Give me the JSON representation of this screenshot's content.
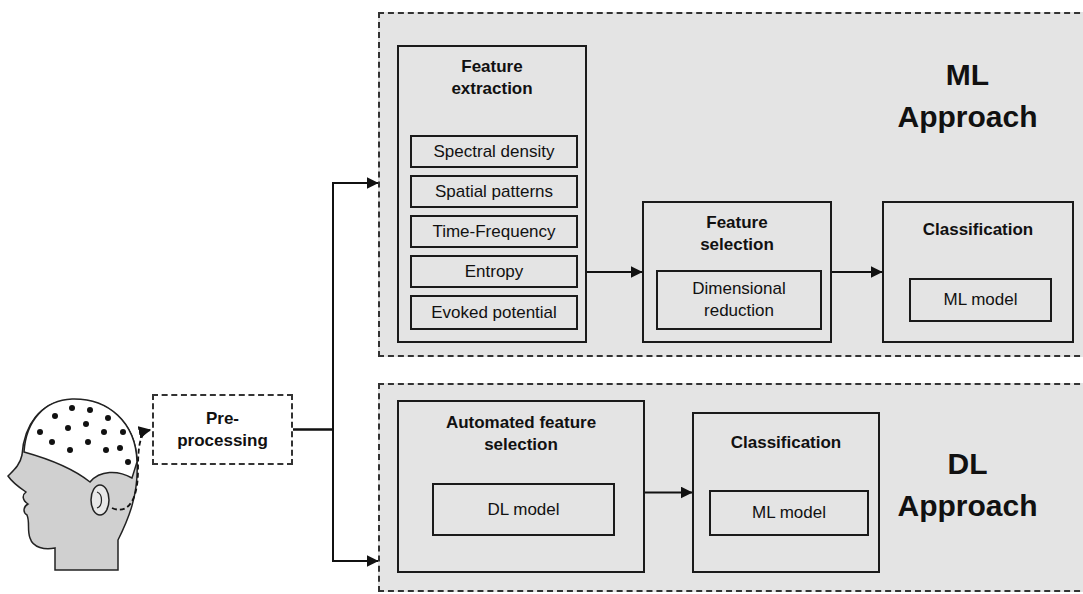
{
  "diagram": {
    "nodes": [
      {
        "text": [
          "Pre- processing"
        ]
      },
      {
        "text": [
          "ML Approach"
        ]
      },
      {
        "text": [
          "Feature extraction"
        ],
        "in": 1
      },
      {
        "text": [
          "Spectral density"
        ],
        "in": 2
      },
      {
        "text": [
          "Spatial patterns"
        ],
        "in": 2
      },
      {
        "text": [
          "Time-Frequency"
        ],
        "in": 2
      },
      {
        "text": [
          "Entropy"
        ],
        "in": 2
      },
      {
        "text": [
          "Evoked potential"
        ],
        "in": 2
      },
      {
        "text": [
          "Feature selection"
        ],
        "in": 1
      },
      {
        "text": [
          "Dimensional reduction"
        ],
        "in": 8
      },
      {
        "text": [
          "Classification"
        ],
        "in": 1
      },
      {
        "text": [
          "ML model"
        ],
        "in": 10
      },
      {
        "text": [
          "DL Approach"
        ]
      },
      {
        "text": [
          "Automated feature selection"
        ],
        "in": 12
      },
      {
        "text": [
          "DL model"
        ],
        "in": 13
      },
      {
        "text": [
          "Classification"
        ],
        "in": 12
      },
      {
        "text": [
          "ML model"
        ],
        "in": 15
      }
    ],
    "edges": [
      {
        "from": 0,
        "to": 1,
        "arrow": "to"
      },
      {
        "from": 0,
        "to": 12,
        "arrow": "to"
      },
      {
        "from": 2,
        "to": 8,
        "arrow": "to"
      },
      {
        "from": 8,
        "to": 10,
        "arrow": "to"
      },
      {
        "from": 13,
        "to": 15,
        "arrow": "to"
      }
    ]
  }
}
